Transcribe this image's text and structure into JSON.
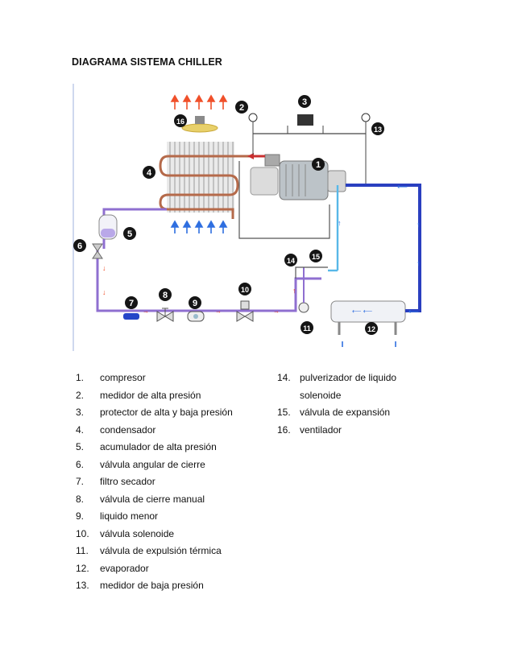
{
  "title": "DIAGRAMA SISTEMA CHILLER",
  "diagram": {
    "callouts": [
      "1",
      "2",
      "3",
      "4",
      "5",
      "6",
      "7",
      "8",
      "9",
      "10",
      "11",
      "12",
      "13",
      "14",
      "15",
      "16"
    ],
    "colors": {
      "refrigerant_pipe": "#8f6fd0",
      "water_pipe": "#2a3fc0",
      "hot_arrow": "#f0502a",
      "cold_arrow": "#2f6fe0",
      "return_line": "#58b8e8",
      "coil": "#b56a4a",
      "badge": "#151515"
    }
  },
  "legend": {
    "left": [
      {
        "num": "1.",
        "text": "compresor"
      },
      {
        "num": "2.",
        "text": "medidor de alta presión"
      },
      {
        "num": "3.",
        "text": "protector de alta y baja presión"
      },
      {
        "num": "4.",
        "text": "condensador"
      },
      {
        "num": "5.",
        "text": "acumulador de alta presión"
      },
      {
        "num": "6.",
        "text": "válvula angular de cierre"
      },
      {
        "num": "7.",
        "text": "filtro secador"
      },
      {
        "num": "8.",
        "text": "válvula de cierre manual"
      },
      {
        "num": "9.",
        "text": "liquido menor"
      },
      {
        "num": "10.",
        "text": "válvula solenoide"
      },
      {
        "num": "11.",
        "text": "válvula de expulsión térmica"
      },
      {
        "num": "12.",
        "text": "evaporador"
      },
      {
        "num": "13.",
        "text": "medidor de baja presión"
      }
    ],
    "right": [
      {
        "num": "14.",
        "text": "pulverizador de liquido solenoide"
      },
      {
        "num": "15.",
        "text": "válvula de expansión"
      },
      {
        "num": "16.",
        "text": "ventilador"
      }
    ]
  }
}
